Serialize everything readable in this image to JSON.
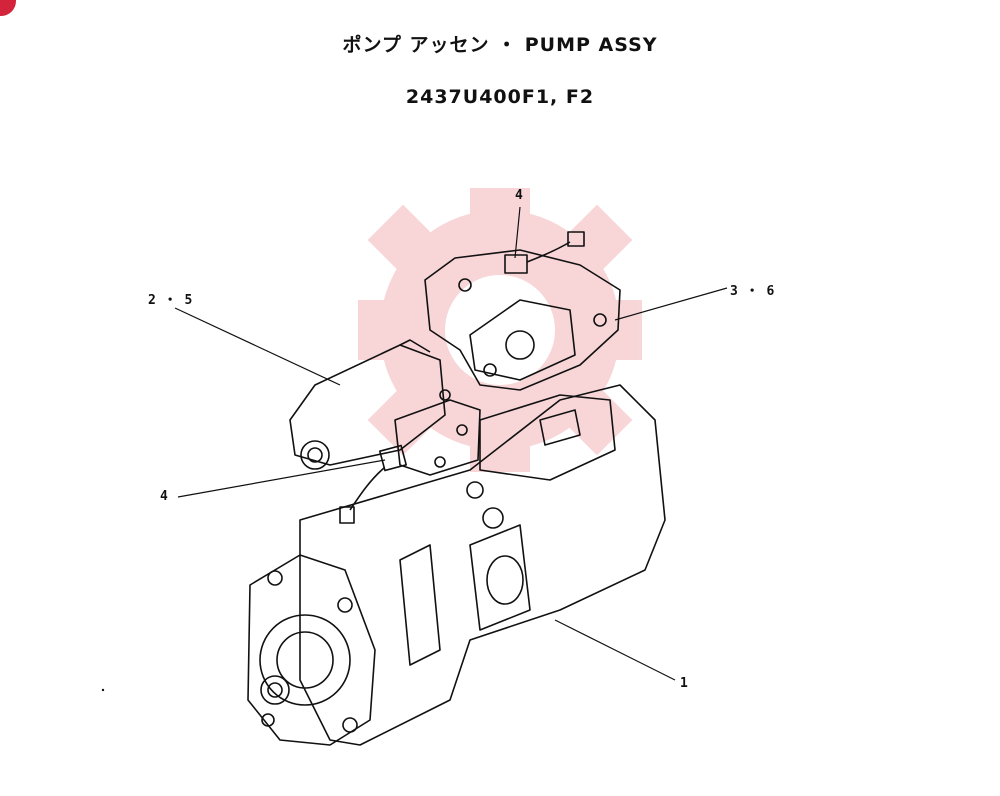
{
  "header": {
    "title_line": "ポンプ アッセン ・ PUMP ASSY",
    "part_numbers": "2437U400F1, F2"
  },
  "callouts": [
    {
      "id": "4-top",
      "label": "4"
    },
    {
      "id": "2-5",
      "label": "2 ・ 5"
    },
    {
      "id": "3-6",
      "label": "3 ・ 6"
    },
    {
      "id": "4-left",
      "label": "4"
    },
    {
      "id": "1",
      "label": "1"
    }
  ],
  "watermark": {
    "color": "#f6c9cc"
  },
  "colors": {
    "line": "#111111",
    "badge": "#d4243c"
  }
}
